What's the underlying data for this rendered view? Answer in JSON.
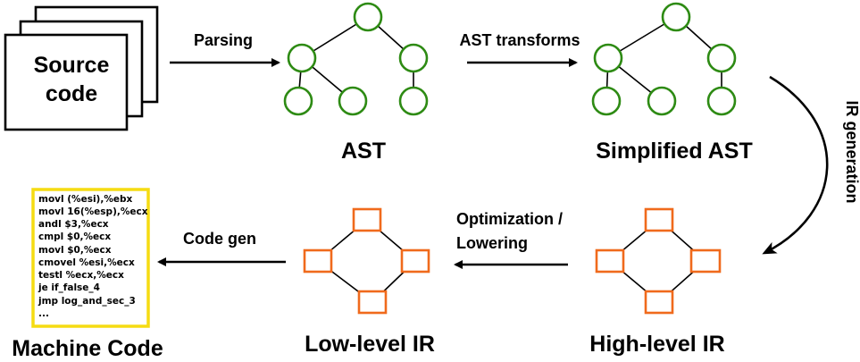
{
  "source": {
    "line1": "Source",
    "line2": "code"
  },
  "labels": {
    "ast": "AST",
    "simplified_ast": "Simplified AST",
    "high_level_ir": "High-level IR",
    "low_level_ir": "Low-level IR",
    "machine_code": "Machine Code"
  },
  "edges": {
    "parsing": "Parsing",
    "ast_transforms": "AST transforms",
    "ir_generation": "IR generation",
    "optimization_line1": "Optimization /",
    "optimization_line2": "Lowering",
    "code_gen": "Code gen"
  },
  "machine_code_lines": [
    "movl (%esi),%ebx",
    "movl 16(%esp),%ecx",
    "andl $3,%ecx",
    "cmpl $0,%ecx",
    "movl $0,%ecx",
    "cmovel %esi,%ecx",
    "testl %ecx,%ecx",
    "je if_false_4",
    "jmp log_and_sec_3",
    "..."
  ],
  "colors": {
    "tree_node": "#2e8b14",
    "ir_node": "#f06a1c",
    "machine_code_border": "#f5dc12"
  }
}
